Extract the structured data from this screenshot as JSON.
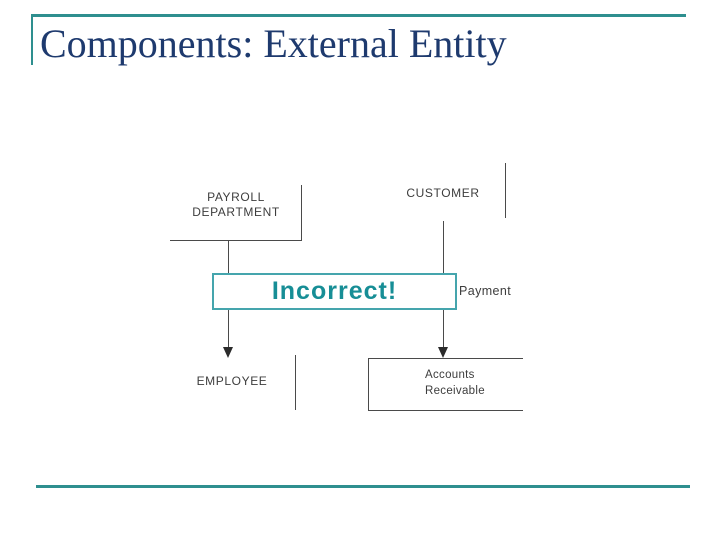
{
  "slide": {
    "title": "Components: External Entity",
    "colors": {
      "accent_teal": "#2e8f8f",
      "title_navy": "#1e3a6e",
      "callout_border_teal": "#45a5ad",
      "callout_text_teal": "#178e96",
      "diagram_ink": "#3d3d3d"
    }
  },
  "diagram": {
    "entities": {
      "payroll": {
        "line1": "PAYROLL",
        "line2": "DEPARTMENT"
      },
      "customer": {
        "label": "CUSTOMER"
      },
      "employee": {
        "label": "EMPLOYEE"
      },
      "accounts_receivable": {
        "line1": "Accounts",
        "line2": "Receivable"
      }
    },
    "flow_labels": {
      "payment": "Payment"
    },
    "callout": {
      "label": "Incorrect!"
    }
  }
}
